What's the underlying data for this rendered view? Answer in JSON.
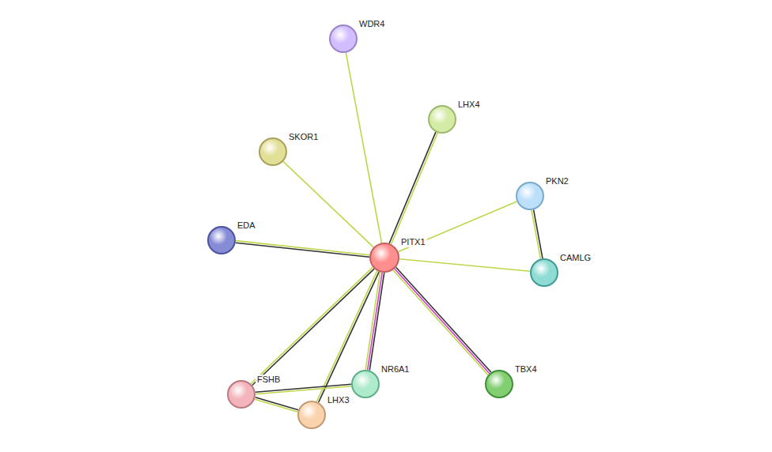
{
  "diagram": {
    "nodes": [
      {
        "text": [
          "PITX1"
        ]
      },
      {
        "text": [
          "WDR4"
        ]
      },
      {
        "text": [
          "LHX4"
        ]
      },
      {
        "text": [
          "SKOR1"
        ]
      },
      {
        "text": [
          "PKN2"
        ]
      },
      {
        "text": [
          "EDA"
        ]
      },
      {
        "text": [
          "CAMLG"
        ]
      },
      {
        "text": [
          "FSHB"
        ]
      },
      {
        "text": [
          "NR6A1"
        ]
      },
      {
        "text": [
          "LHX3"
        ]
      },
      {
        "text": [
          "TBX4"
        ]
      }
    ],
    "edges": [
      {
        "from": 0,
        "to": 1,
        "arrow": "none"
      },
      {
        "from": 0,
        "to": 2,
        "arrow": "none"
      },
      {
        "from": 0,
        "to": 3,
        "arrow": "none"
      },
      {
        "from": 0,
        "to": 4,
        "arrow": "none"
      },
      {
        "from": 0,
        "to": 5,
        "arrow": "none"
      },
      {
        "from": 0,
        "to": 6,
        "arrow": "none"
      },
      {
        "from": 0,
        "to": 7,
        "arrow": "none"
      },
      {
        "from": 0,
        "to": 9,
        "arrow": "none"
      },
      {
        "from": 0,
        "to": 8,
        "arrow": "none"
      },
      {
        "from": 0,
        "to": 10,
        "arrow": "none"
      },
      {
        "from": 4,
        "to": 6,
        "arrow": "none"
      },
      {
        "from": 7,
        "to": 8,
        "arrow": "none"
      },
      {
        "from": 7,
        "to": 9,
        "arrow": "none"
      }
    ]
  }
}
